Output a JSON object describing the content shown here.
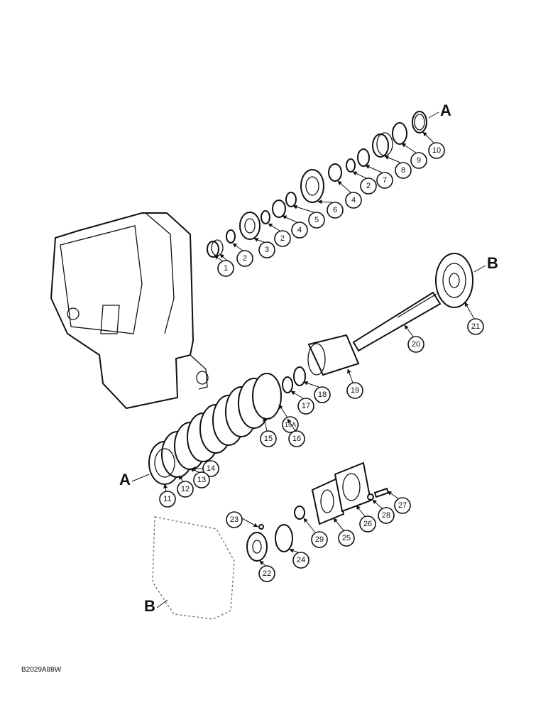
{
  "figure_id": "B2029A88W",
  "ref_letters": {
    "a_top": "A",
    "a_left": "A",
    "b_top": "B",
    "b_bottom": "B"
  },
  "callouts": {
    "c1": "1",
    "c2a": "2",
    "c3": "3",
    "c2b": "2",
    "c4a": "4",
    "c5": "5",
    "c6": "6",
    "c4b": "4",
    "c2c": "2",
    "c7": "7",
    "c8": "8",
    "c9": "9",
    "c10": "10",
    "c11": "11",
    "c12": "12",
    "c13": "13",
    "c14": "14",
    "c15": "15",
    "c15a": "15A",
    "c16": "16",
    "c17": "17",
    "c18": "18",
    "c19": "19",
    "c20": "20",
    "c21": "21",
    "c22": "22",
    "c23": "23",
    "c24": "24",
    "c25": "25",
    "c26": "26",
    "c27": "27",
    "c28": "28",
    "c29": "29"
  }
}
